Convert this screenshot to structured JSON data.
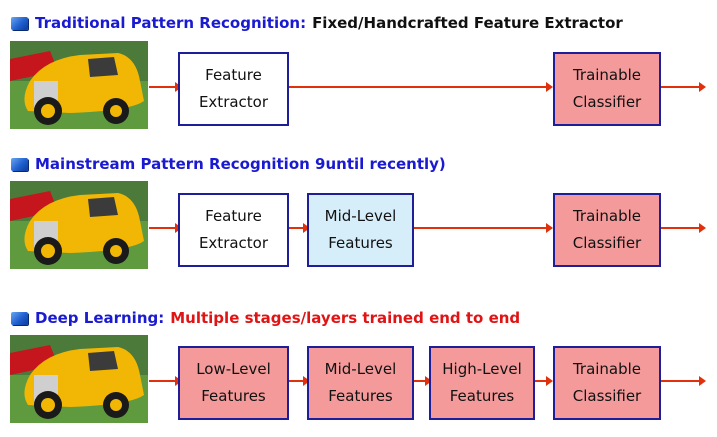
{
  "colors": {
    "heading_blue": "#1a1ad0",
    "heading_red": "#e01414",
    "box_border": "#1e1e9a",
    "box_white": "#ffffff",
    "box_lightblue": "#d6eefa",
    "box_pink": "#f59a9a",
    "arrow": "#e0300c"
  },
  "rows": [
    {
      "heading_main": "Traditional Pattern Recognition:",
      "heading_sub": "Fixed/Handcrafted Feature Extractor",
      "boxes": [
        "Feature\nExtractor",
        "Trainable\nClassifier"
      ]
    },
    {
      "heading_main": "Mainstream Pattern Recognition 9until recently)",
      "boxes": [
        "Feature\nExtractor",
        "Mid-Level\nFeatures",
        "Trainable\nClassifier"
      ]
    },
    {
      "heading_main": "Deep Learning:",
      "heading_sub": "Multiple stages/layers trained end to end",
      "boxes": [
        "Low-Level\nFeatures",
        "Mid-Level\nFeatures",
        "High-Level\nFeatures",
        "Trainable\nClassifier"
      ]
    }
  ]
}
